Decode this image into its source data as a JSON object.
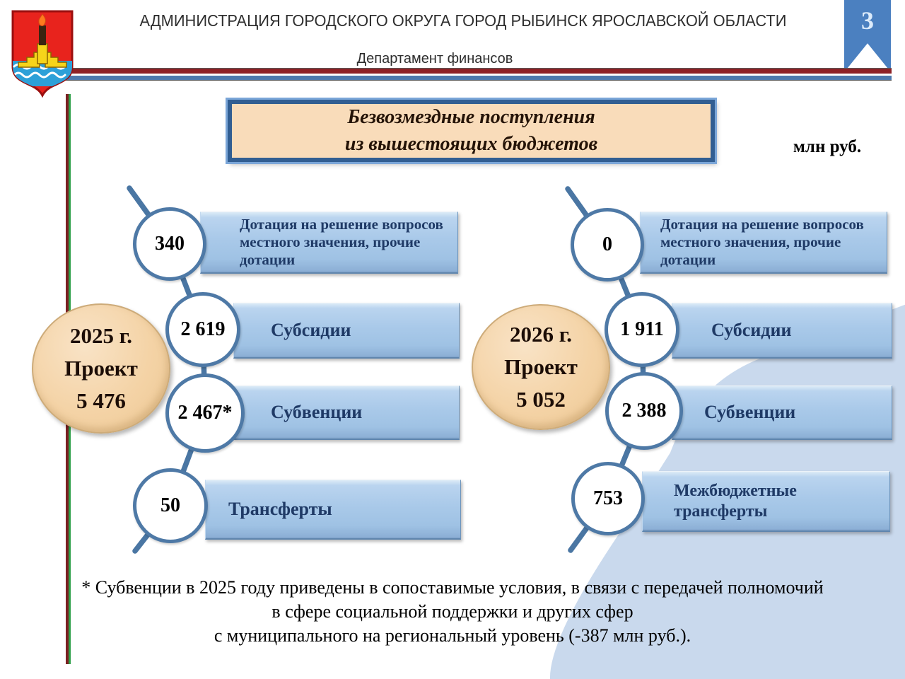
{
  "slide": {
    "page_number": "3",
    "header": {
      "title": "АДМИНИСТРАЦИЯ ГОРОДСКОГО ОКРУГА ГОРОД РЫБИНСК ЯРОСЛАВСКОЙ ОБЛАСТИ",
      "subtitle": "Департамент финансов"
    },
    "title": {
      "line1": "Безвозмездные поступления",
      "line2": "из вышестоящих бюджетов"
    },
    "units": "млн руб.",
    "footnote": {
      "line1": "* Субвенции в 2025 году приведены в сопоставимые условия, в связи с передачей полномочий",
      "line2": "в сфере социальной поддержки и других сфер",
      "line3": "с муниципального на региональный уровень (-387 млн руб.)."
    }
  },
  "groups": [
    {
      "year_label": "2025 г.",
      "project_label": "Проект",
      "total": "5 476",
      "items": [
        {
          "value": "340",
          "label": "Дотация на решение вопросов местного значения, прочие дотации"
        },
        {
          "value": "2 619",
          "label": "Субсидии"
        },
        {
          "value": "2 467*",
          "label": "Субвенции"
        },
        {
          "value": "50",
          "label": "Трансферты"
        }
      ]
    },
    {
      "year_label": "2026 г.",
      "project_label": "Проект",
      "total": "5 052",
      "items": [
        {
          "value": "0",
          "label": "Дотация на решение вопросов местного значения, прочие дотации"
        },
        {
          "value": "1 911",
          "label": "Субсидии"
        },
        {
          "value": "2 388",
          "label": "Субвенции"
        },
        {
          "value": "753",
          "label": "Межбюджетные трансферты"
        }
      ]
    }
  ],
  "colors": {
    "tab_blue": "#4b80c0",
    "box_blue": "#a9c9e9",
    "box_text_navy": "#1f3a66",
    "circle_border_blue": "#4e79a6",
    "connector_blue": "#4a76a3",
    "peach_circle": "#f4d3a6",
    "title_bg_peach": "#f9dcba",
    "title_border_blue": "#325e92",
    "background_blob": "#c9d9ed",
    "separator_red": "#8e2126",
    "separator_blue": "#4d79ad",
    "sideline_red": "#7b2022",
    "sideline_green": "#2fa04a"
  }
}
